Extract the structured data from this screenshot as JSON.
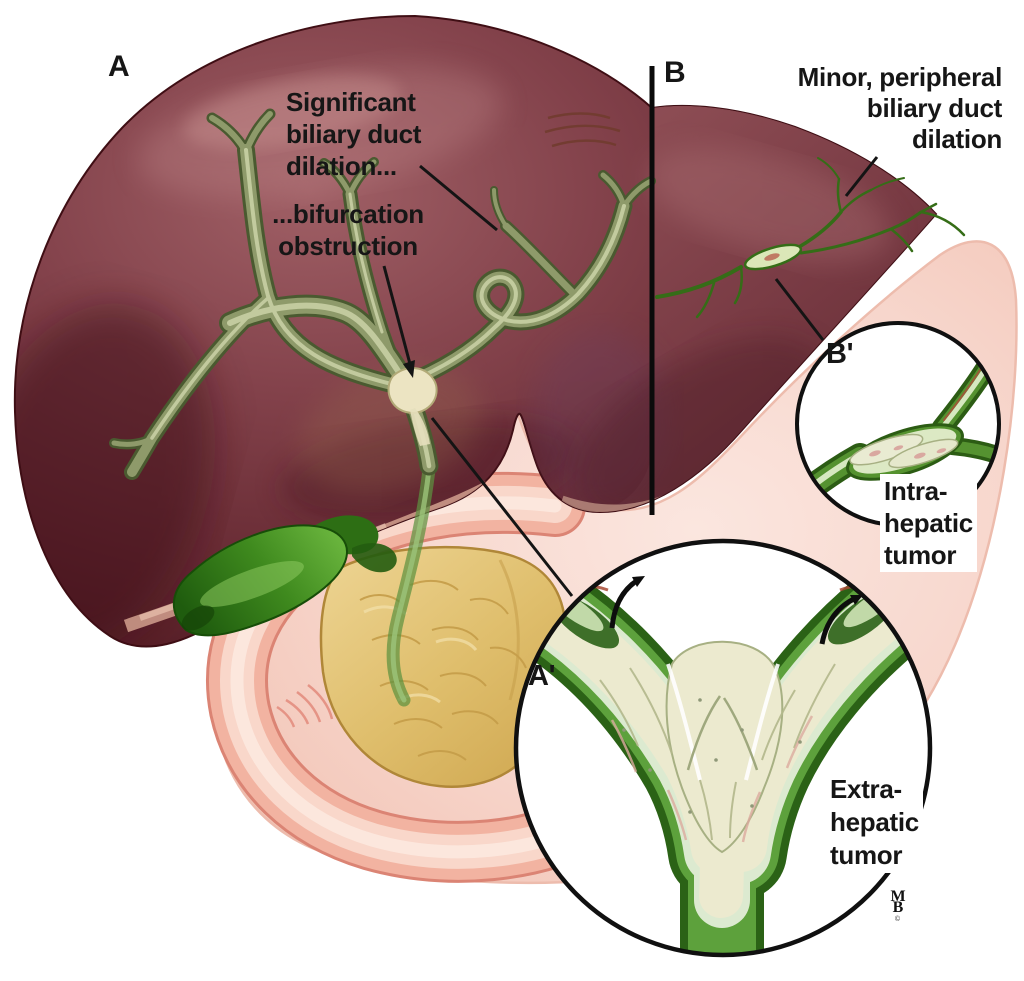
{
  "figure": {
    "type": "medical-illustration",
    "subject": "Liver with biliary duct obstruction, comparison of hilar (A) and peripheral (B) tumors with magnified insets",
    "panel_labels": {
      "a": "A",
      "b": "B"
    },
    "inset_labels": {
      "a_prime": "A'",
      "b_prime": "B'"
    },
    "annotations": {
      "significant_dilation": "Significant\nbiliary duct\ndilation...",
      "bifurcation_obstruction": "...bifurcation\nobstruction",
      "minor_dilation": "Minor, peripheral\nbiliary duct\ndilation",
      "intrahepatic_tumor": "Intra-\nhepatic\ntumor",
      "extrahepatic_tumor": "Extra-\nhepatic\ntumor"
    },
    "artist_monogram": {
      "top": "M",
      "bottom": "B",
      "note": "©"
    }
  },
  "colors": {
    "background": "#ffffff",
    "liver_dark": "#5a2129",
    "liver_mid": "#7b3a43",
    "liver_light": "#9a5a60",
    "duct_olive": "#8e9a6a",
    "duct_green_bright": "#356d17",
    "inset_duct_green": "#5da13c",
    "tumor_cream": "#eceacf",
    "gallbladder_green": "#3f8a1e",
    "pancreas_yellow": "#dfbe6c",
    "duodenum_pink": "#f2b3a1",
    "backdrop_pink": "#f7d6cc",
    "annotation_line": "#141414",
    "text": "#161616"
  }
}
